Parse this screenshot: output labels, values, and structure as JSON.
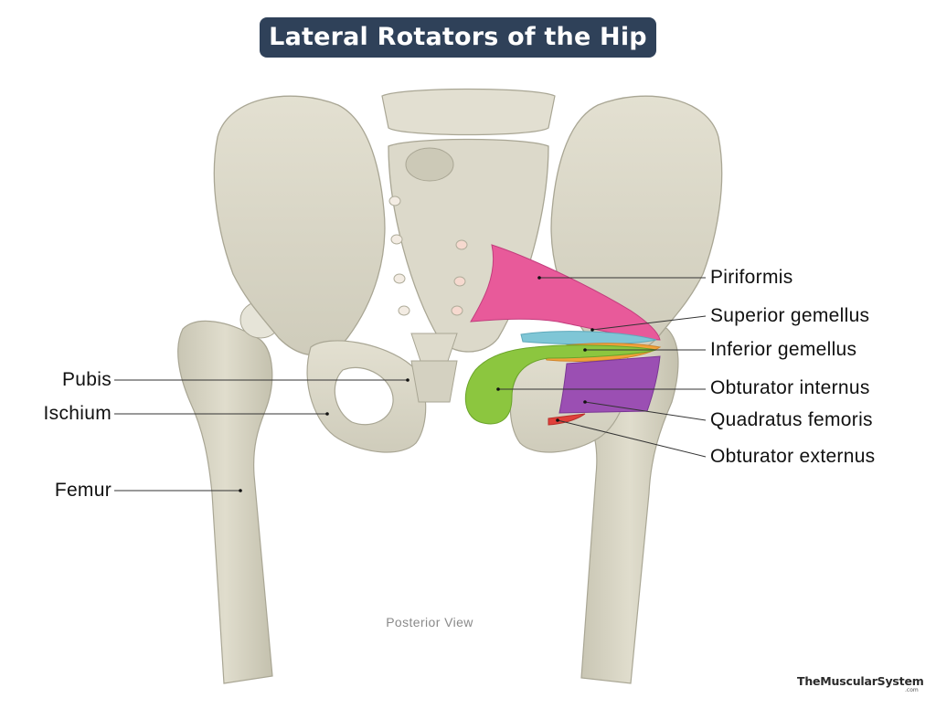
{
  "title": "Lateral Rotators of the Hip",
  "caption": "Posterior View",
  "brand": {
    "name": "TheMuscularSystem",
    "domain": ".com"
  },
  "colors": {
    "title_bg": "#2f4159",
    "bone": "#d9d6c6",
    "bone_shadow": "#b9b6a4",
    "piriformis": "#e85a9a",
    "superior_gemellus": "#7fc6d6",
    "inferior_gemellus": "#f2a23a",
    "obturator_internus": "#8cc63f",
    "quadratus_femoris": "#9b4fb3",
    "obturator_externus": "#e0403a"
  },
  "labels": {
    "right": [
      {
        "id": "piriformis",
        "text": "Piriformis"
      },
      {
        "id": "superior-gemellus",
        "text": "Superior gemellus"
      },
      {
        "id": "inferior-gemellus",
        "text": "Inferior gemellus"
      },
      {
        "id": "obturator-internus",
        "text": "Obturator internus"
      },
      {
        "id": "quadratus-femoris",
        "text": "Quadratus femoris"
      },
      {
        "id": "obturator-externus",
        "text": "Obturator externus"
      }
    ],
    "left": [
      {
        "id": "pubis",
        "text": "Pubis"
      },
      {
        "id": "ischium",
        "text": "Ischium"
      },
      {
        "id": "femur",
        "text": "Femur"
      }
    ]
  }
}
